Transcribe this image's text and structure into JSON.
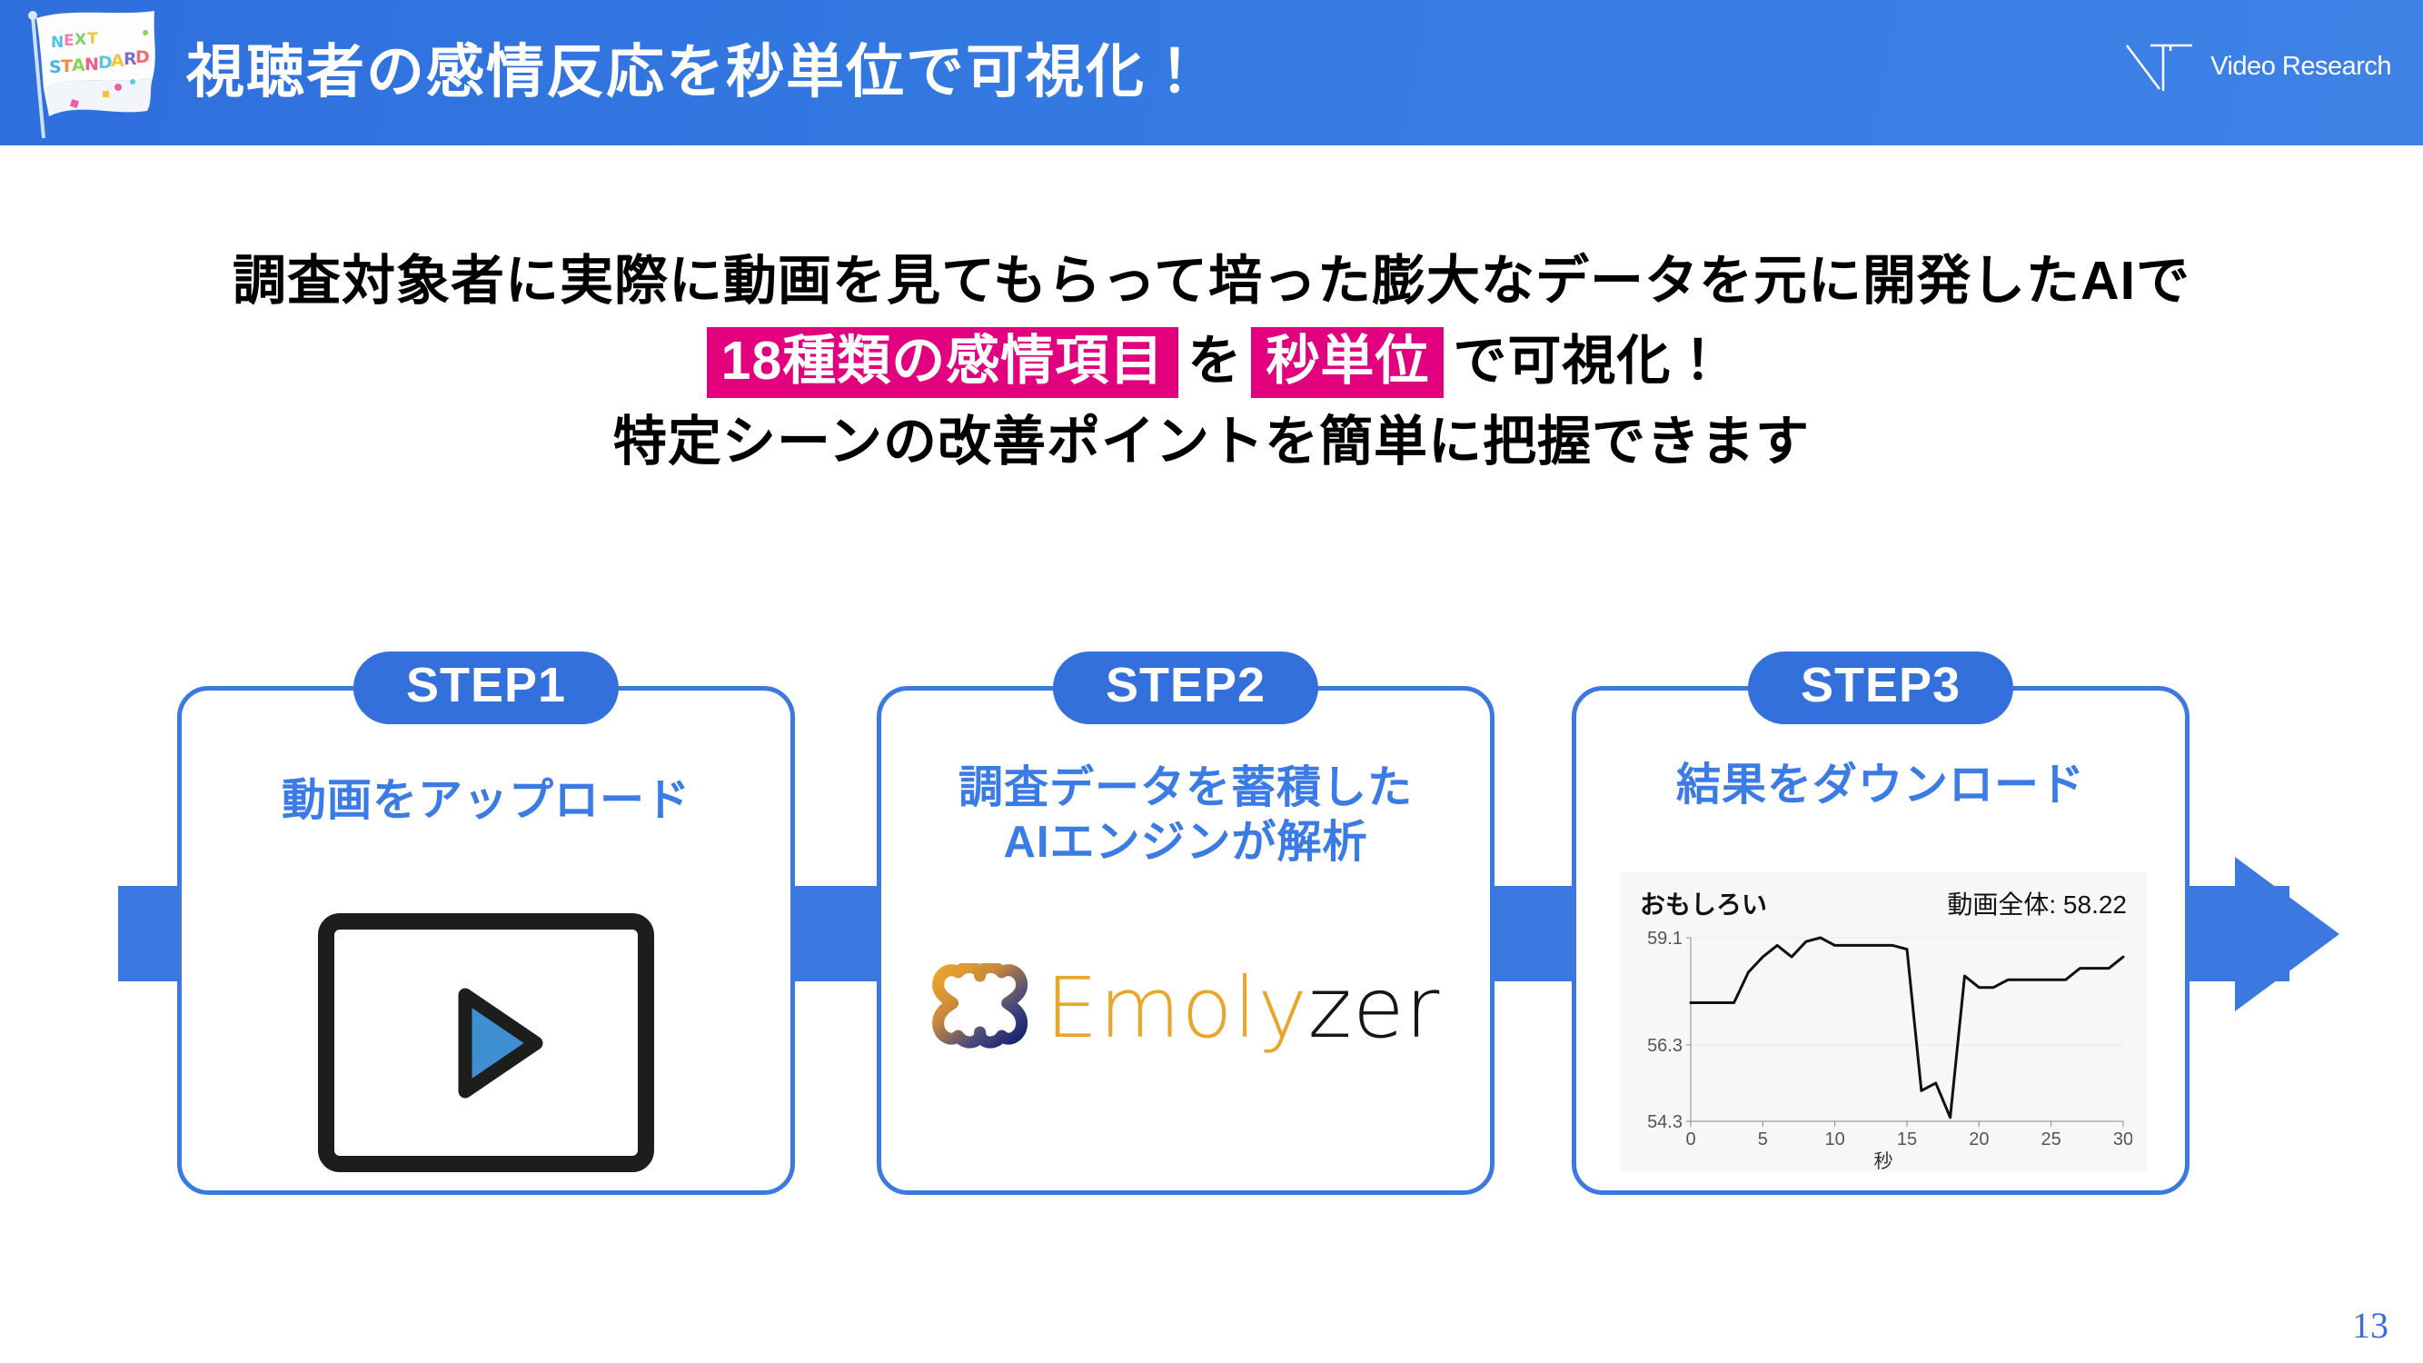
{
  "header": {
    "title": "視聴者の感情反応を秒単位で可視化！",
    "brand_logo_alt": "NEXT STANDARD",
    "company_name": "Video Research",
    "bg_color": "#3479e2"
  },
  "lead": {
    "line1": "調査対象者に実際に動画を見てもらって培った膨大なデータを元に開発したAIで",
    "line2_a": "18種類の感情項目",
    "line2_b": "を",
    "line2_c": "秒単位",
    "line2_d": "で可視化！",
    "line3": "特定シーンの改善ポイントを簡単に把握できます",
    "highlight_color": "#e2007f"
  },
  "flow": {
    "accent_color": "#3b79e0",
    "arrow_name": "右向き矢印"
  },
  "steps": [
    {
      "badge": "STEP1",
      "title": "動画をアップロード",
      "icon": "video-play-icon"
    },
    {
      "badge": "STEP2",
      "title": "調査データを蓄積した\nAIエンジンが解析",
      "logo_part1": "Emoly",
      "logo_part2": "zer"
    },
    {
      "badge": "STEP3",
      "title": "結果をダウンロード"
    }
  ],
  "chart_data": {
    "type": "line",
    "title": "おもしろい",
    "annotation": "動画全体: 58.22",
    "xlabel": "秒",
    "ylabel": "",
    "ylim": [
      54.3,
      59.1
    ],
    "xlim": [
      0,
      30
    ],
    "yticks": [
      54.3,
      56.3,
      59.1
    ],
    "ytick_labels": [
      "54.3",
      "56.3",
      "59.1"
    ],
    "xticks": [
      0,
      5,
      10,
      15,
      20,
      25,
      30
    ],
    "xtick_labels": [
      "0",
      "5",
      "10",
      "15",
      "20",
      "25",
      "30"
    ],
    "grid": true,
    "legend": "none",
    "line_color": "#111111",
    "x": [
      0,
      1,
      2,
      3,
      4,
      5,
      6,
      7,
      8,
      9,
      10,
      11,
      12,
      13,
      14,
      15,
      16,
      17,
      18,
      19,
      20,
      21,
      22,
      23,
      24,
      25,
      26,
      27,
      28,
      29,
      30
    ],
    "values": [
      57.4,
      57.4,
      57.4,
      57.4,
      58.2,
      58.6,
      58.9,
      58.6,
      59.0,
      59.1,
      58.9,
      58.9,
      58.9,
      58.9,
      58.9,
      58.8,
      55.1,
      55.3,
      54.4,
      58.1,
      57.8,
      57.8,
      58.0,
      58.0,
      58.0,
      58.0,
      58.0,
      58.3,
      58.3,
      58.3,
      58.6
    ]
  },
  "footer": {
    "page_number": "13"
  }
}
